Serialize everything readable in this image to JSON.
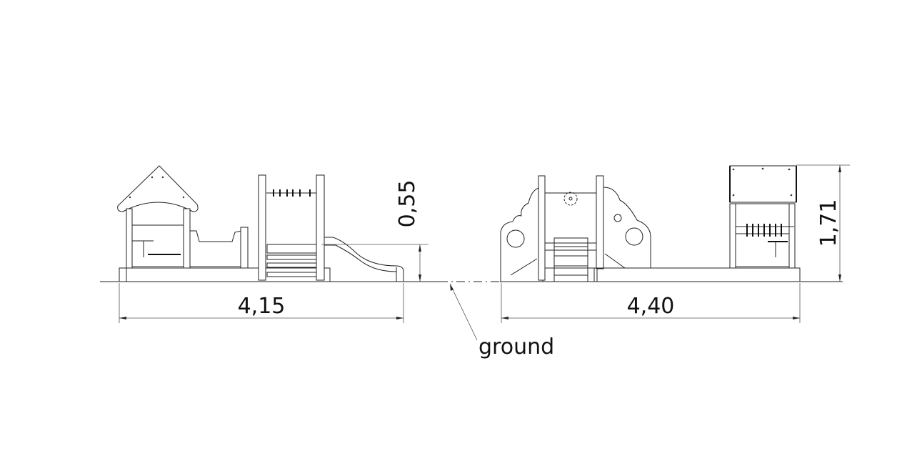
{
  "drawing": {
    "dimensions": {
      "left_width": "4,15",
      "right_width": "4,40",
      "platform_height": "0,55",
      "total_height": "1,71"
    },
    "annotation": "ground"
  }
}
